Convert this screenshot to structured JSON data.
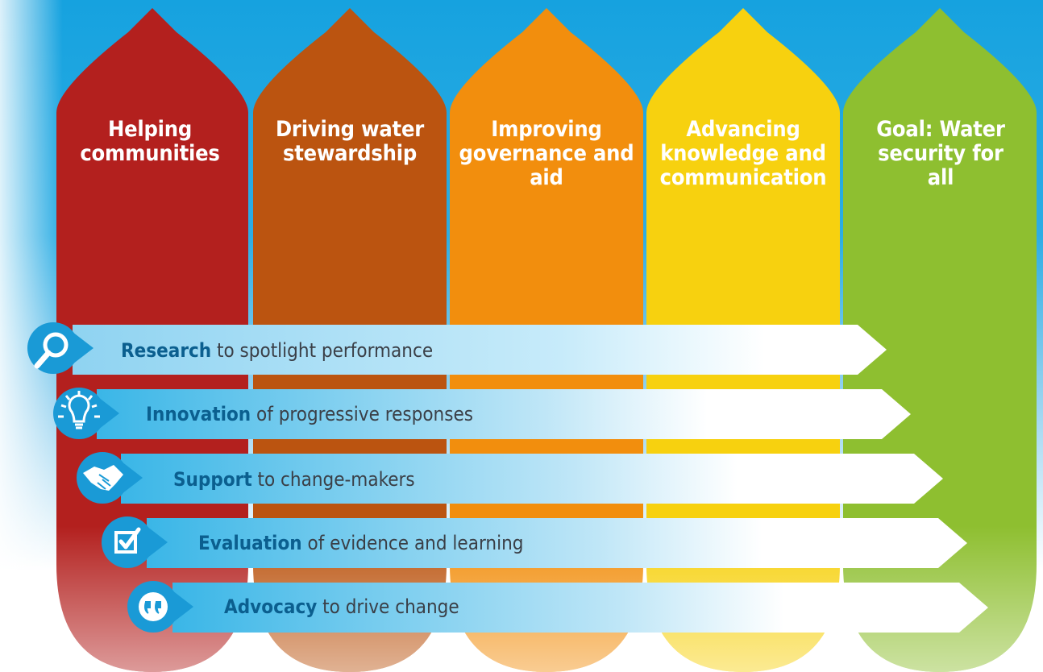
{
  "colors": {
    "sky": "#1aa6e0",
    "col_red": "#b3201e",
    "col_rust": "#bb5410",
    "col_orange": "#f28e0d",
    "col_yellow": "#f7d10f",
    "col_green": "#8ebf30",
    "band_light": "#9fd9f3",
    "band_mid": "#36b4e6",
    "icon_badge": "#1a9ad6",
    "keyword_text": "#0b5f8f",
    "band_text": "#3a3f47"
  },
  "columns": [
    {
      "title": "Helping communities",
      "color_key": "col_red"
    },
    {
      "title": "Driving water stewardship",
      "color_key": "col_rust"
    },
    {
      "title": "Improving governance and aid",
      "color_key": "col_orange"
    },
    {
      "title": "Advancing knowledge and communication",
      "color_key": "col_yellow"
    },
    {
      "title": "Goal: Water security for all",
      "color_key": "col_green"
    }
  ],
  "bands": [
    {
      "keyword": "Research",
      "rest": " to spotlight performance",
      "icon": "magnifier-icon"
    },
    {
      "keyword": "Innovation",
      "rest": " of progressive responses",
      "icon": "lightbulb-icon"
    },
    {
      "keyword": "Support",
      "rest": " to change-makers",
      "icon": "handshake-icon"
    },
    {
      "keyword": "Evaluation",
      "rest": " of evidence and learning",
      "icon": "checkbox-icon"
    },
    {
      "keyword": "Advocacy",
      "rest": " to drive change",
      "icon": "quote-icon"
    }
  ]
}
